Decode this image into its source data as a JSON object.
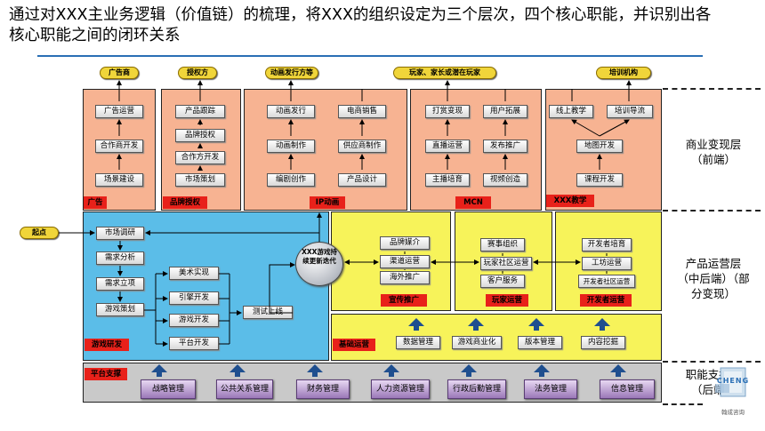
{
  "title": "通过对XXX主业务逻辑（价值链）的梳理，将XXX的组织设定为三个层次，四个核心职能，并识别出各核心职能之间的闭环关系",
  "targets": [
    "广告商",
    "授权方",
    "动画发行方等",
    "玩家、家长或潜在玩家",
    "培训机构"
  ],
  "commerce": {
    "ad": [
      "广告运营",
      "合作商开发",
      "场景建设"
    ],
    "ad_label": "广告",
    "brand": [
      "产品跟踪",
      "品牌授权",
      "合作方开发",
      "市场策划"
    ],
    "brand_label": "品牌授权",
    "ip_left": [
      "动画发行",
      "动画制作",
      "编剧创作"
    ],
    "ip_right": [
      "电商销售",
      "供应商制作",
      "产品设计"
    ],
    "ip_label": "IP动画",
    "mcn_left": [
      "打赏变现",
      "直播运营",
      "主播培育"
    ],
    "mcn_right": [
      "用户拓展",
      "发布推广",
      "视频创造"
    ],
    "mcn_label": "MCN",
    "edu": [
      "线上教学",
      "培训导流",
      "地图开发",
      "课程开发"
    ],
    "edu_label": "XXX教学"
  },
  "start_label": "起点",
  "game_dev": {
    "main": [
      "市场调研",
      "需求分析",
      "需求立项",
      "游戏策划"
    ],
    "branches": [
      "美术实现",
      "引擎开发",
      "游戏开发",
      "平台开发"
    ],
    "test": "测试上线",
    "label": "游戏研发"
  },
  "hub": "XXX游戏持续更新迭代",
  "operations": {
    "promo": [
      "品牌媒介",
      "渠道运营",
      "海外推广"
    ],
    "promo_label": "宣传推广",
    "player": [
      "赛事组织",
      "玩家社区运营",
      "客户服务"
    ],
    "player_label": "玩家运营",
    "dev": [
      "开发者培育",
      "工坊运营",
      "开发者社区运营"
    ],
    "dev_label": "开发者运营",
    "base": [
      "数据管理",
      "游戏商业化",
      "版本管理",
      "内容挖掘"
    ],
    "base_label": "基础运营"
  },
  "platform": {
    "label": "平台支撑",
    "items": [
      "战略管理",
      "公共关系管理",
      "财务管理",
      "人力资源管理",
      "行政后勤管理",
      "法务管理",
      "信息管理"
    ]
  },
  "layers": {
    "commerce": "商业变现层（前端）",
    "product": "产品运营层（中后端）（部分变现）",
    "support": "职能支撑层（后端）"
  },
  "logo": {
    "text": "CHENG",
    "caption": "翰成咨询"
  },
  "colors": {
    "orange": "#f7b392",
    "blue": "#5bbde8",
    "yellow": "#f7f35a",
    "gray": "#c9c9c9",
    "red": "#e8211a",
    "accent": "#2a6fb5"
  }
}
